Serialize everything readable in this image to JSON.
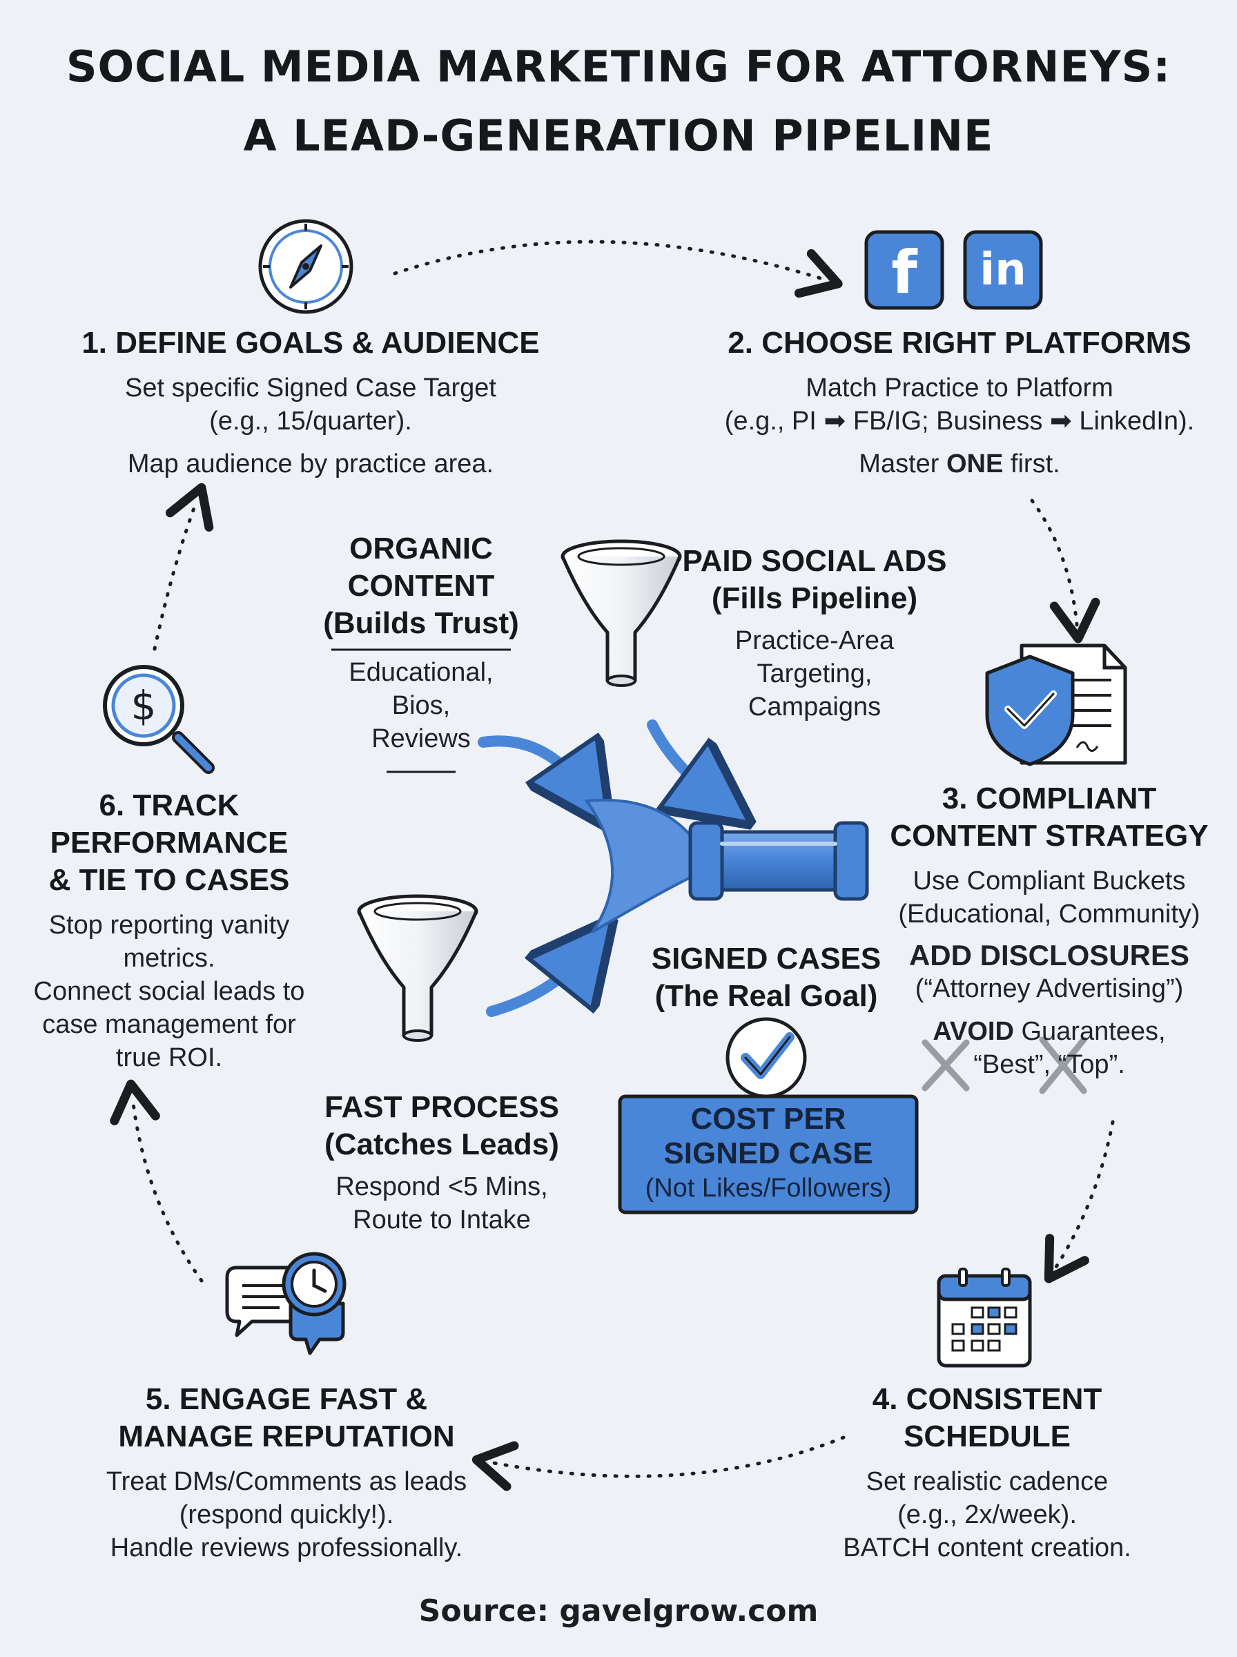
{
  "title": {
    "line1": "SOCIAL MEDIA MARKETING FOR ATTORNEYS:",
    "line2": "A LEAD-GENERATION PIPELINE"
  },
  "steps": {
    "s1": {
      "heading": "1. DEFINE GOALS & AUDIENCE",
      "line1": "Set specific Signed Case Target",
      "line2": "(e.g., 15/quarter).",
      "line3": "Map audience by practice area.",
      "icon": "compass-icon"
    },
    "s2": {
      "heading": "2. CHOOSE RIGHT PLATFORMS",
      "line1": "Match Practice to Platform",
      "line2a": "(e.g., PI",
      "line2b": "FB/IG; Business",
      "line2c": "LinkedIn).",
      "line3a": "Master",
      "line3b": "ONE",
      "line3c": "first.",
      "icon_fb": "f",
      "icon_li": "in"
    },
    "s3": {
      "heading1": "3. COMPLIANT",
      "heading2": "CONTENT STRATEGY",
      "line1": "Use Compliant Buckets",
      "line2": "(Educational, Community)",
      "sub_heading": "ADD DISCLOSURES",
      "line3": "(“Attorney Advertising”)",
      "line4a": "AVOID",
      "line4b": "Guarantees,",
      "line5": "“Best”, “Top”.",
      "icon": "shield-document-icon"
    },
    "s4": {
      "heading1": "4. CONSISTENT",
      "heading2": "SCHEDULE",
      "line1": "Set realistic cadence",
      "line2": "(e.g., 2x/week).",
      "line3": "BATCH content creation.",
      "icon": "calendar-icon"
    },
    "s5": {
      "heading1": "5. ENGAGE FAST &",
      "heading2": "MANAGE REPUTATION",
      "line1": "Treat DMs/Comments as leads",
      "line2": "(respond quickly!).",
      "line3": "Handle reviews professionally.",
      "icon": "chat-clock-icon"
    },
    "s6": {
      "heading1": "6. TRACK",
      "heading2": "PERFORMANCE",
      "heading3": "& TIE TO CASES",
      "line1": "Stop reporting vanity",
      "line2": "metrics.",
      "line3": "Connect social leads to",
      "line4": "case management for",
      "line5": "true ROI.",
      "icon": "magnifier-dollar-icon"
    }
  },
  "center": {
    "organic": {
      "h1": "ORGANIC",
      "h2": "CONTENT",
      "h3": "(Builds Trust)",
      "l1": "Educational,",
      "l2": "Bios,",
      "l3": "Reviews"
    },
    "paid": {
      "h1": "PAID SOCIAL ADS",
      "h2": "(Fills Pipeline)",
      "l1": "Practice-Area",
      "l2": "Targeting,",
      "l3": "Campaigns"
    },
    "fast": {
      "h1": "FAST PROCESS",
      "h2": "(Catches Leads)",
      "l1": "Respond <5 Mins,",
      "l2": "Route to Intake"
    },
    "signed": {
      "h1": "SIGNED CASES",
      "h2": "(The Real Goal)"
    },
    "cost": {
      "l1": "COST PER",
      "l2": "SIGNED CASE",
      "l3": "(Not Likes/Followers)"
    }
  },
  "source": "Source: gavelgrow.com",
  "colors": {
    "accent": "#4a86d8",
    "accent_dark": "#1f3f6e",
    "ink": "#16181c",
    "background": "#eef1f6"
  }
}
